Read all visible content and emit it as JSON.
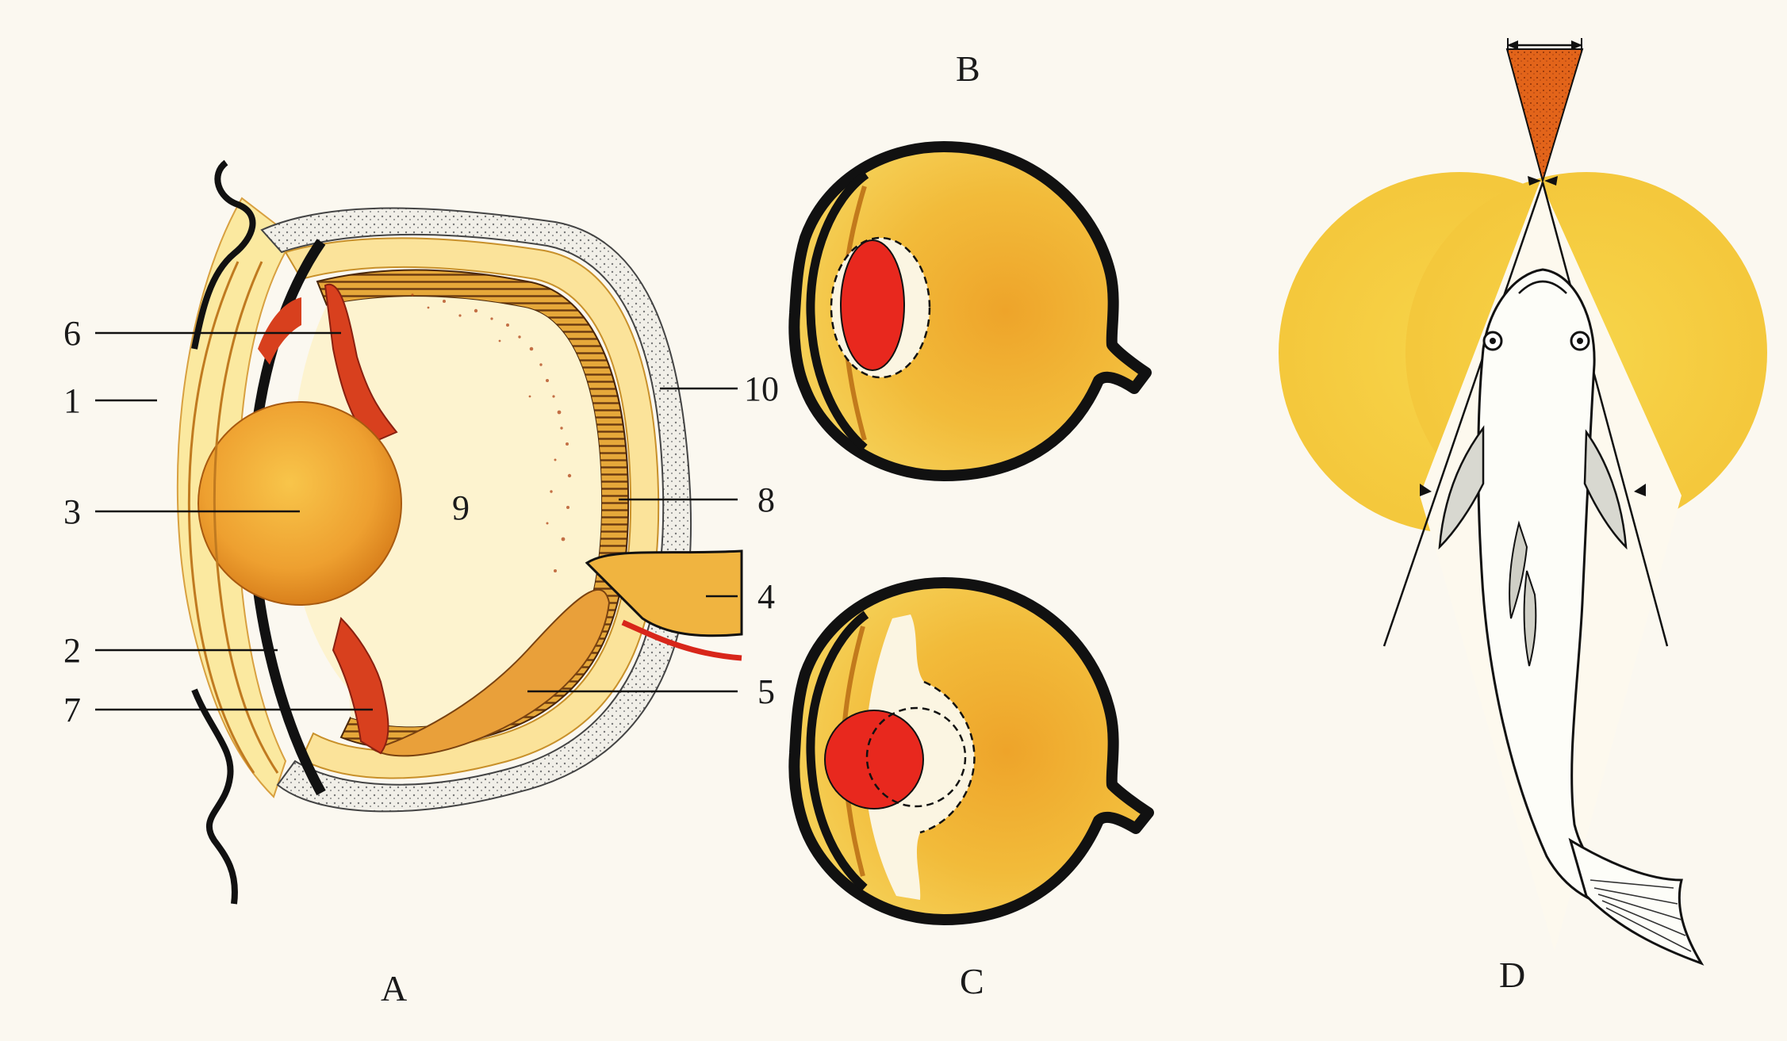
{
  "panels": {
    "A": "A",
    "B": "B",
    "C": "C",
    "D": "D"
  },
  "callouts": {
    "n1": "1",
    "n2": "2",
    "n3": "3",
    "n4": "4",
    "n5": "5",
    "n6": "6",
    "n7": "7",
    "n8": "8",
    "n9": "9",
    "n10": "10"
  },
  "colors": {
    "background": "#fbf8f0",
    "eye_yellow": "#f2c23c",
    "eye_orange": "#e89a22",
    "lens_red": "#e8281e",
    "pale_yellow": "#fbe9a0",
    "outline": "#111111"
  }
}
